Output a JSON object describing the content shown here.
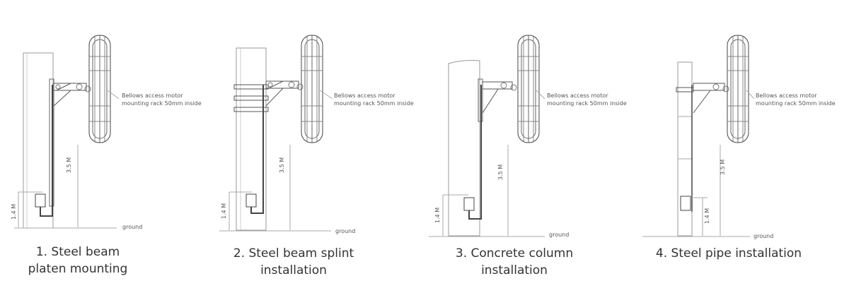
{
  "panels": [
    {
      "caption": "1. Steel beam\nplaten mounting",
      "note_line1": "Bellows access motor",
      "note_line2": "mounting rack 50mm inside",
      "height_total": "3.5 M",
      "height_box": "1.4 M",
      "ground": "ground"
    },
    {
      "caption": "2. Steel beam splint\ninstallation",
      "note_line1": "Bellows access motor",
      "note_line2": "mounting rack 50mm inside",
      "height_total": "3.5 M",
      "height_box": "1.4 M",
      "ground": "ground"
    },
    {
      "caption": "3. Concrete column\ninstallation",
      "note_line1": "Bellows access motor",
      "note_line2": "mounting rack 50mm inside",
      "height_total": "3.5 M",
      "height_box": "1.4 M",
      "ground": "ground"
    },
    {
      "caption": "4. Steel pipe installation",
      "note_line1": "Bellows access motor",
      "note_line2": "mounting rack 50mm inside",
      "height_total": "3.5 M",
      "height_box": "1.4 M",
      "ground": "ground"
    }
  ]
}
